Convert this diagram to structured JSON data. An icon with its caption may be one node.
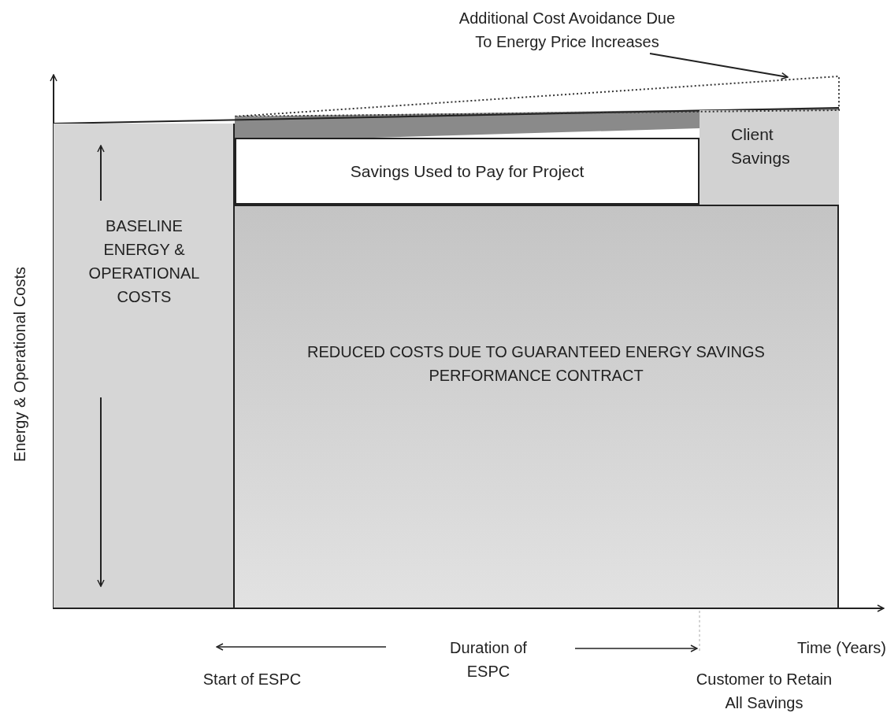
{
  "diagram": {
    "nodes": [
      {
        "text": [
          "Additional Cost Avoidance Due To Energy Price Increases"
        ]
      },
      {
        "text": [
          "BASELINE ENERGY & OPERATIONAL COSTS"
        ]
      },
      {
        "text": [
          "Savings Used to Pay for Project"
        ]
      },
      {
        "text": [
          "Client Savings"
        ]
      },
      {
        "text": [
          "REDUCED COSTS DUE TO GUARANTEED ENERGY SAVINGS PERFORMANCE CONTRACT"
        ]
      },
      {
        "text": [],
        "shape": "triangle"
      }
    ],
    "edges": [
      {
        "from": 0,
        "to": 5,
        "arrow": "to"
      }
    ],
    "labels": [
      "Energy & Operational Costs",
      "Duration of ESPC",
      "Time (Years)",
      "Start of ESPC",
      "Customer to Retain All Savings"
    ]
  }
}
